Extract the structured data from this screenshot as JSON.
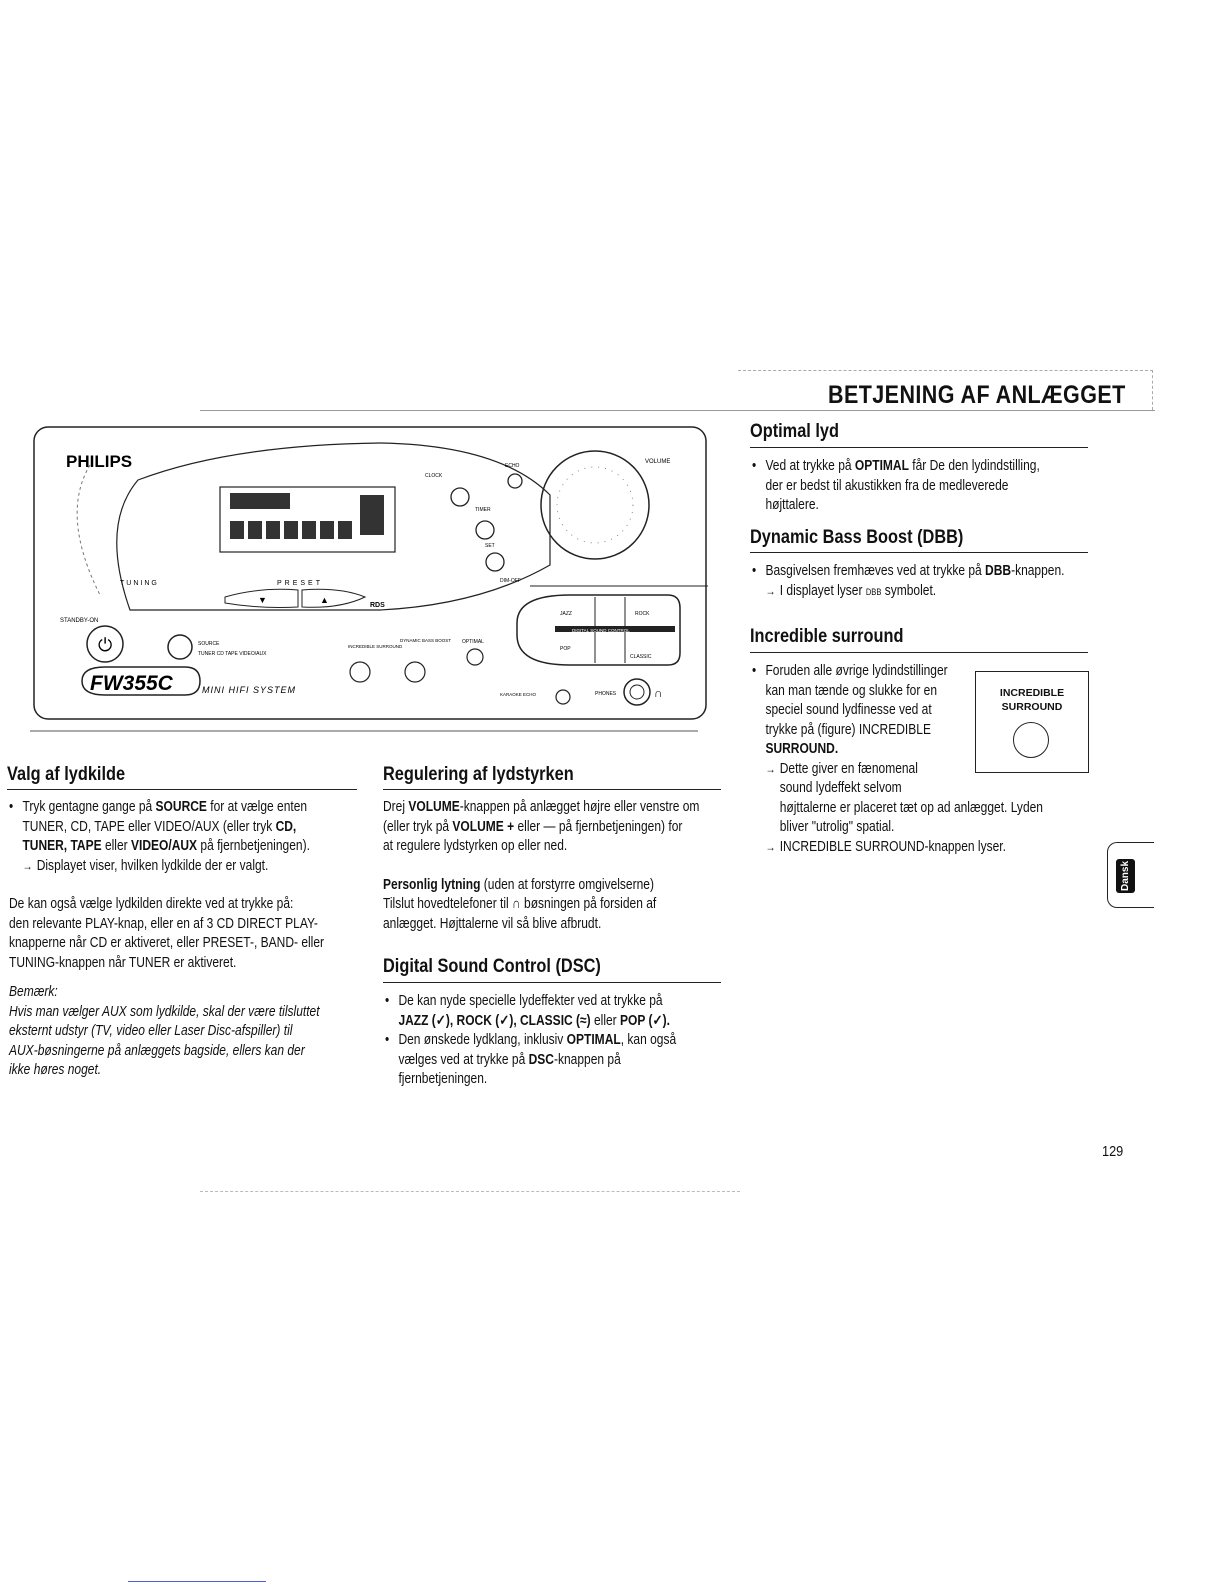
{
  "header": {
    "title": "BETJENING AF ANLÆGGET"
  },
  "device": {
    "brand": "PHILIPS",
    "model": "FW355C",
    "model_sub": "MINI HIFI SYSTEM",
    "standby_label": "STANDBY-ON",
    "tuning_label": "TUNING",
    "preset_label": "PRESET",
    "volume_label": "VOLUME",
    "source_label": "SOURCE",
    "source_sub": "TUNER CD TAPE VIDEO/AUX",
    "clock_label": "CLOCK",
    "echo_label": "ECHO",
    "timer_label": "TIMER",
    "set_label": "SET",
    "dim_label": "DIM-OFF",
    "rds_label": "RDS",
    "incredible_label": "INCREDIBLE SURROUND",
    "dbb_label": "DYNAMIC BASS BOOST",
    "optimal_label": "OPTIMAL",
    "dsc_label": "DIGITAL SOUND CONTROL",
    "jazz_label": "JAZZ",
    "rock_label": "ROCK",
    "pop_label": "POP",
    "classic_label": "CLASSIC",
    "karaoke_label": "KARAOKE ECHO",
    "phones_label": "PHONES"
  },
  "valg": {
    "heading": "Valg af lydkilde",
    "b1_l1": [
      "Tryk gentagne gange på ",
      "SOURCE",
      " for at vælge enten"
    ],
    "b1_l2": [
      "TUNER, CD, TAPE eller VIDEO/AUX (eller tryk ",
      "CD,"
    ],
    "b1_l3": [
      "TUNER, TAPE",
      " eller ",
      "VIDEO/AUX",
      " på fjernbetjeningen)."
    ],
    "b1_arrow": "Displayet viser, hvilken lydkilde der er valgt.",
    "p2_l1": "De kan også vælge lydkilden direkte ved at trykke på:",
    "p2_l2": "den relevante PLAY-knap, eller en af 3 CD DIRECT PLAY-",
    "p2_l3": "knapperne når CD er aktiveret, eller PRESET-, BAND- eller",
    "p2_l4": "TUNING-knappen når TUNER er aktiveret.",
    "note_title": "Bemærk:",
    "note_l1": "Hvis man vælger AUX som lydkilde, skal der være tilsluttet",
    "note_l2": "eksternt udstyr (TV, video eller Laser Disc-afspiller) til",
    "note_l3": "AUX-bøsningerne på anlæggets bagside, ellers kan der",
    "note_l4": "ikke høres noget."
  },
  "regulering": {
    "heading": "Regulering af lydstyrken",
    "l1": [
      "Drej ",
      "VOLUME",
      "-knappen på anlægget højre eller venstre om"
    ],
    "l2": [
      "(eller tryk på ",
      "VOLUME +",
      " eller — på fjernbetjeningen) for"
    ],
    "l3": "at regulere lydstyrken op eller ned.",
    "pers_title": "Personlig lytning",
    "pers_l1_rest": " (uden at forstyrre omgivelserne)",
    "pers_l2": [
      "Tilslut hovedtelefoner til ",
      "bøsningen på forsiden af"
    ],
    "pers_l3": "anlægget. Højttalerne vil så blive afbrudt."
  },
  "dsc": {
    "heading": "Digital Sound Control (DSC)",
    "b1_l1": "De kan nyde specielle lydeffekter ved at trykke på",
    "b1_l2": [
      "JAZZ",
      "ROCK",
      "CLASSIC",
      "eller",
      "POP"
    ],
    "b2_l1": [
      "Den ønskede lydklang, inklusiv ",
      "OPTIMAL",
      ", kan også"
    ],
    "b2_l2": [
      "vælges ved at trykke på ",
      "DSC",
      "-knappen på"
    ],
    "b2_l3": "fjernbetjeningen."
  },
  "optimal": {
    "heading": "Optimal lyd",
    "l1": [
      "Ved at trykke på ",
      "OPTIMAL",
      " får De den lydindstilling,"
    ],
    "l2": "der er bedst til akustikken fra de medleverede",
    "l3": "højttalere."
  },
  "dbb": {
    "heading": "Dynamic Bass Boost (DBB)",
    "l1": [
      "Basgivelsen fremhæves ved at trykke på ",
      "DBB",
      "-knappen."
    ],
    "arrow": [
      "I displayet lyser ",
      "DBB",
      " symbolet."
    ]
  },
  "incredible": {
    "heading": "Incredible surround",
    "l1": "Foruden alle øvrige lydindstillinger",
    "l2": "kan man tænde og slukke for en",
    "l3": "speciel sound lydfinesse ved at",
    "l4": "trykke på (figure) INCREDIBLE",
    "l5": "SURROUND.",
    "a1_l1": "Dette giver en fænomenal",
    "a1_l2": "sound lydeffekt selvom",
    "a1_l3": "højttalerne er placeret tæt op ad anlægget. Lyden",
    "a1_l4": "bliver \"utrolig\" spatial.",
    "a2": "INCREDIBLE SURROUND-knappen lyser.",
    "fig_label": "INCREDIBLE SURROUND"
  },
  "side_tab": "Dansk",
  "page_number": "129"
}
